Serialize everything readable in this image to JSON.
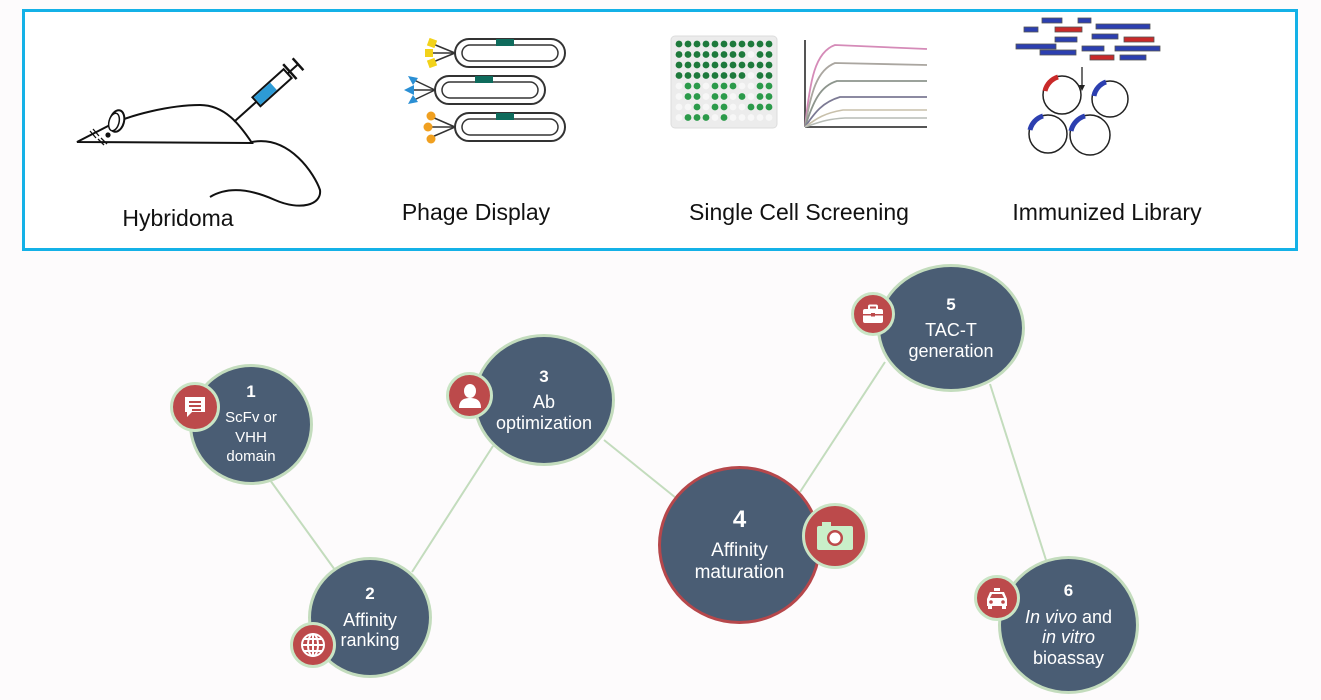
{
  "top_panel": {
    "border_color": "#14b1e7",
    "methods": [
      {
        "label": "Hybridoma",
        "icon": "mouse-injection-icon"
      },
      {
        "label": "Phage Display",
        "icon": "phage-display-icon"
      },
      {
        "label": "Single Cell Screening",
        "icon": "well-plate-and-binding-curves-icon"
      },
      {
        "label": "Immunized Library",
        "icon": "gene-fragments-and-plasmids-icon"
      }
    ]
  },
  "workflow": {
    "node_color": "#4a5d74",
    "badge_color": "#bc4a4b",
    "connector_color": "#c3dcbd",
    "highlight_border_color": "#b6474b",
    "steps": [
      {
        "number": "1",
        "lines": [
          "ScFv or",
          "VHH",
          "domain"
        ],
        "icon": "chat-icon"
      },
      {
        "number": "2",
        "lines": [
          "Affinity",
          "ranking"
        ],
        "icon": "globe-icon"
      },
      {
        "number": "3",
        "lines": [
          "Ab",
          "optimization"
        ],
        "icon": "user-icon"
      },
      {
        "number": "4",
        "lines": [
          "Affinity",
          "maturation"
        ],
        "icon": "camera-icon",
        "highlighted": true
      },
      {
        "number": "5",
        "lines": [
          "TAC-T",
          "generation"
        ],
        "icon": "briefcase-icon"
      },
      {
        "number": "6",
        "line1_italic": "In vivo",
        "line1_rest": " and",
        "line2_italic": "in vitro",
        "line3": "bioassay",
        "icon": "taxi-icon"
      }
    ]
  }
}
